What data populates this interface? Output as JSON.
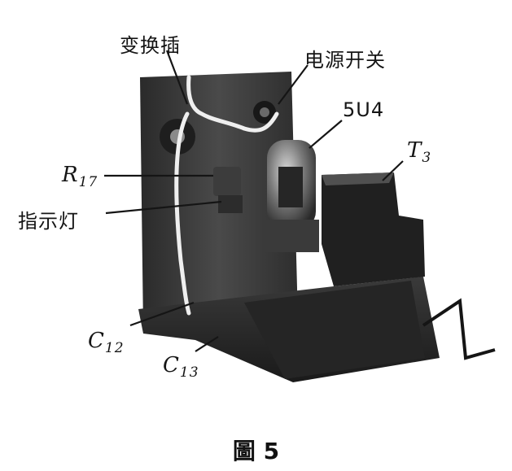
{
  "labels": {
    "switch_plug": "变换插",
    "power_switch": "电源开关",
    "tube": "5U4",
    "transformer": {
      "base": "T",
      "sub": "3"
    },
    "resistor": {
      "base": "R",
      "sub": "17"
    },
    "indicator_lamp": "指示灯",
    "capacitor_12": {
      "base": "C",
      "sub": "12"
    },
    "capacitor_13": {
      "base": "C",
      "sub": "13"
    }
  },
  "caption": "圖 5",
  "colors": {
    "ink": "#151515",
    "paper": "#ffffff"
  }
}
